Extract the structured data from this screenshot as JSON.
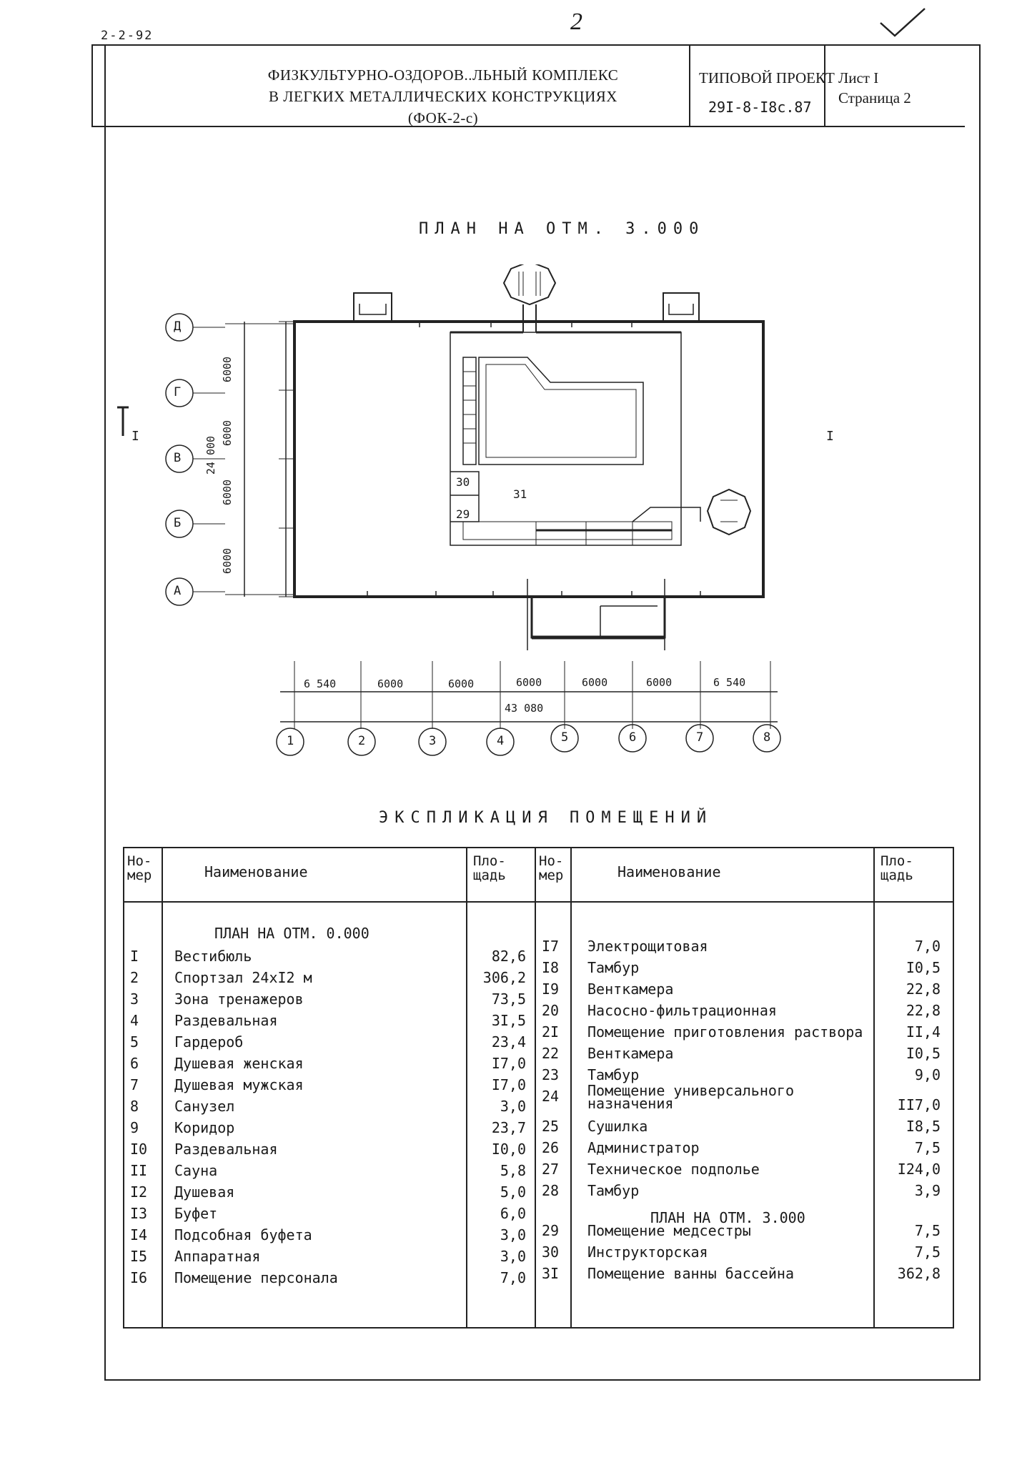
{
  "top_code": "2-2-92",
  "page_mark": "2",
  "title_block": {
    "title_line1": "ФИЗКУЛЬТУРНО-ОЗДОРОВ..ЛЬНЫЙ КОМПЛЕКС",
    "title_line2": "В ЛЕГКИХ МЕТАЛЛИЧЕСКИХ КОНСТРУКЦИЯХ",
    "title_line3": "(ФОК-2-с)",
    "project_label": "ТИПОВОЙ ПРОЕКТ",
    "project_number": "29I-8-I8с.87",
    "sheet_label": "Лист I",
    "page_label": "Страница 2"
  },
  "plan": {
    "title": "ПЛАН НА ОТМ. 3.000",
    "section_marks": [
      "I",
      "I"
    ],
    "room_labels": [
      "30",
      "31",
      "29"
    ],
    "axis_letters": [
      "Д",
      "Г",
      "В",
      "Б",
      "А"
    ],
    "vertical_dims": [
      "6000",
      "6000",
      "6000",
      "6000"
    ],
    "vertical_total": "24 000",
    "axis_numbers": [
      "1",
      "2",
      "3",
      "4",
      "5",
      "6",
      "7",
      "8"
    ],
    "horizontal_dims": [
      "6 540",
      "6000",
      "6000",
      "6000",
      "6000",
      "6000",
      "6 540"
    ],
    "horizontal_total": "43 080"
  },
  "explication": {
    "title": "ЭКСПЛИКАЦИЯ ПОМЕЩЕНИЙ",
    "headers": {
      "num": "Но- мер",
      "name": "Наименование",
      "area": "Пло- щадь"
    },
    "subhead_left": "ПЛАН НА ОТМ. 0.000",
    "subhead_right": "ПЛАН НА ОТМ. 3.000",
    "left_rows": [
      {
        "num": "I",
        "name": "Вестибюль",
        "area": "82,6"
      },
      {
        "num": "2",
        "name": "Спортзал 24хI2 м",
        "area": "306,2"
      },
      {
        "num": "3",
        "name": "Зона тренажеров",
        "area": "73,5"
      },
      {
        "num": "4",
        "name": "Раздевальная",
        "area": "3I,5"
      },
      {
        "num": "5",
        "name": "Гардероб",
        "area": "23,4"
      },
      {
        "num": "6",
        "name": "Душевая женская",
        "area": "I7,0"
      },
      {
        "num": "7",
        "name": "Душевая мужская",
        "area": "I7,0"
      },
      {
        "num": "8",
        "name": "Санузел",
        "area": "3,0"
      },
      {
        "num": "9",
        "name": "Коридор",
        "area": "23,7"
      },
      {
        "num": "I0",
        "name": "Раздевальная",
        "area": "I0,0"
      },
      {
        "num": "II",
        "name": "Сауна",
        "area": "5,8"
      },
      {
        "num": "I2",
        "name": "Душевая",
        "area": "5,0"
      },
      {
        "num": "I3",
        "name": "Буфет",
        "area": "6,0"
      },
      {
        "num": "I4",
        "name": "Подсобная буфета",
        "area": "3,0"
      },
      {
        "num": "I5",
        "name": "Аппаратная",
        "area": "3,0"
      },
      {
        "num": "I6",
        "name": "Помещение персонала",
        "area": "7,0"
      }
    ],
    "right_rows": [
      {
        "num": "I7",
        "name": "Электрощитовая",
        "area": "7,0"
      },
      {
        "num": "I8",
        "name": "Тамбур",
        "area": "I0,5"
      },
      {
        "num": "I9",
        "name": "Венткамера",
        "area": "22,8"
      },
      {
        "num": "20",
        "name": "Насосно-фильтрационная",
        "area": "22,8"
      },
      {
        "num": "2I",
        "name": "Помещение приготовления раствора",
        "area": "II,4"
      },
      {
        "num": "22",
        "name": "Венткамера",
        "area": "I0,5"
      },
      {
        "num": "23",
        "name": "Тамбур",
        "area": "9,0"
      },
      {
        "num": "24",
        "name": "Помещение универсального назначения",
        "area": "II7,0"
      },
      {
        "num": "25",
        "name": "Сушилка",
        "area": "I8,5"
      },
      {
        "num": "26",
        "name": "Администратор",
        "area": "7,5"
      },
      {
        "num": "27",
        "name": "Техническое подполье",
        "area": "I24,0"
      },
      {
        "num": "28",
        "name": "Тамбур",
        "area": "3,9"
      },
      {
        "num": "29",
        "name": "Помещение медсестры",
        "area": "7,5"
      },
      {
        "num": "30",
        "name": "Инструкторская",
        "area": "7,5"
      },
      {
        "num": "3I",
        "name": "Помещение ванны бассейна",
        "area": "362,8"
      }
    ]
  }
}
